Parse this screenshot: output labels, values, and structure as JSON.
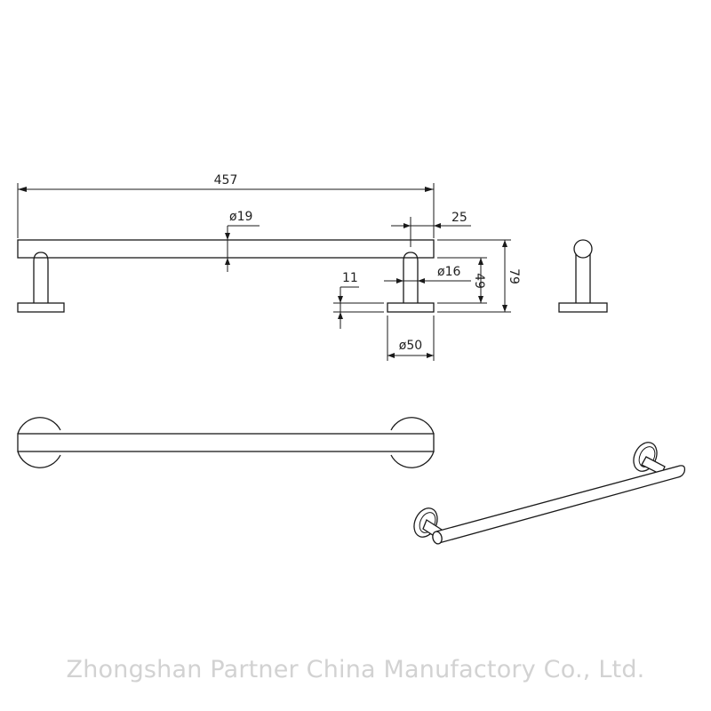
{
  "drawing": {
    "dimensions": {
      "overall_length": "457",
      "bar_diameter": "ø19",
      "post_offset": "25",
      "post_diameter": "ø16",
      "post_height": "49",
      "total_height": "79",
      "base_thickness": "11",
      "base_diameter": "ø50"
    }
  },
  "watermark": "Zhongshan Partner China Manufactory Co., Ltd."
}
